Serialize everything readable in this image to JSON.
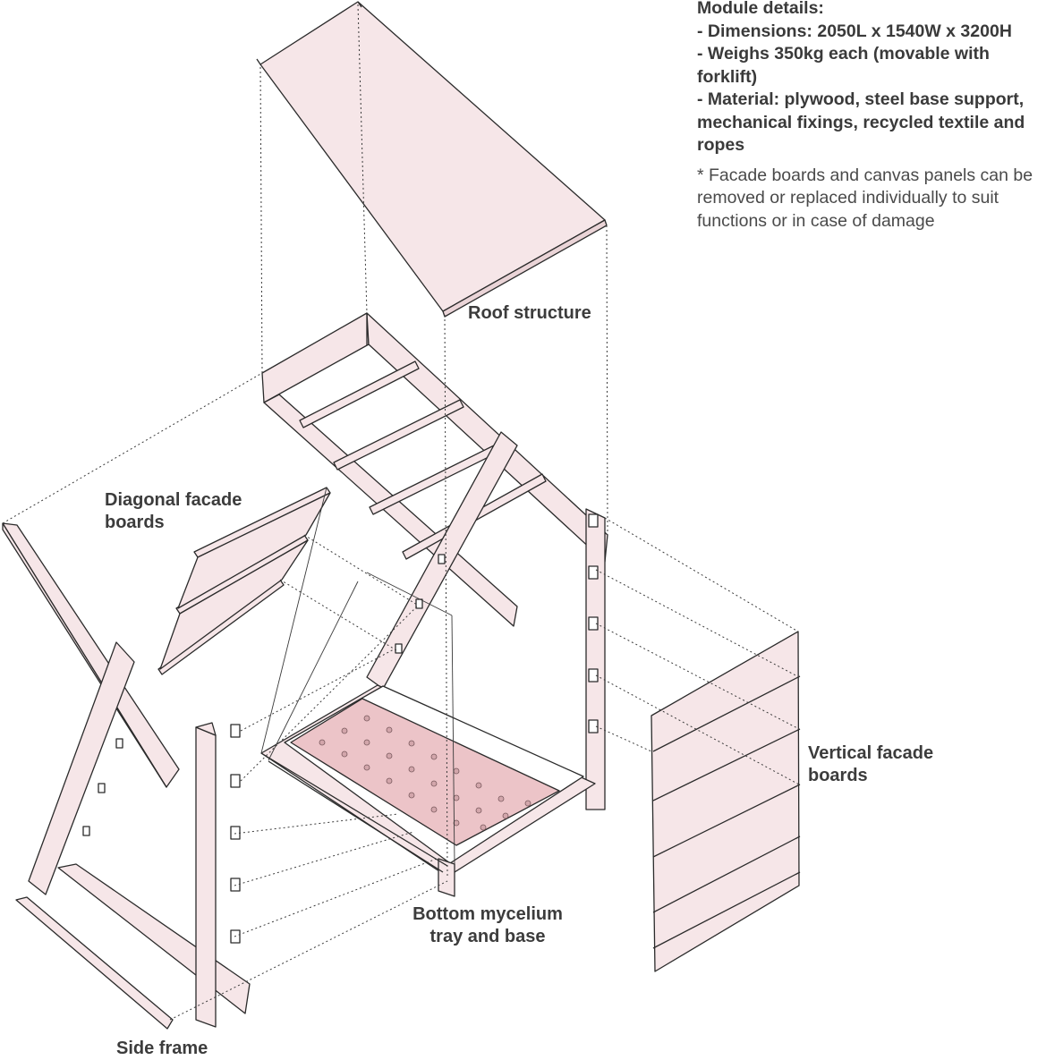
{
  "details": {
    "heading": "Module details:",
    "lines": [
      "- Dimensions: 2050L x  1540W x 3200H",
      "- Weighs 350kg each (movable with forklift)",
      "- Material: plywood, steel base support, mechanical fixings, recycled textile and ropes"
    ],
    "note": "* Facade boards and canvas panels can be removed or replaced individually to suit functions or in case of damage"
  },
  "labels": {
    "roof": "Roof structure",
    "diagonal_line1": "Diagonal facade",
    "diagonal_line2": "boards",
    "vertical_line1": "Vertical facade",
    "vertical_line2": "boards",
    "bottom_line1": "Bottom mycelium",
    "bottom_line2": "tray and base",
    "side": "Side frame"
  },
  "colors": {
    "panel_fill": "#f6e6e8",
    "tray_fill": "#ecc4c8",
    "line": "#2b2b2b"
  }
}
